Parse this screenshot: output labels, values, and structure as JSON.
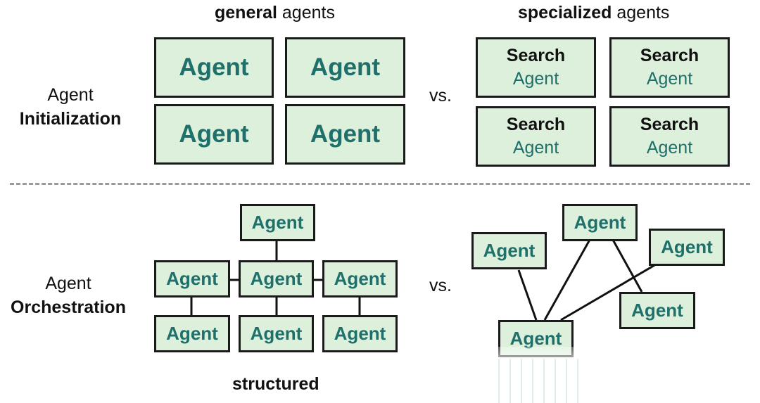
{
  "headings": {
    "general_bold": "general",
    "general_rest": "agents",
    "specialized_bold": "specialized",
    "specialized_rest": "agents"
  },
  "rows": {
    "init_line1": "Agent",
    "init_line2": "Initialization",
    "orch_line1": "Agent",
    "orch_line2": "Orchestration"
  },
  "vs_label": "vs.",
  "general_agents": [
    "Agent",
    "Agent",
    "Agent",
    "Agent"
  ],
  "specialized_agents": [
    {
      "top": "Search",
      "bottom": "Agent"
    },
    {
      "top": "Search",
      "bottom": "Agent"
    },
    {
      "top": "Search",
      "bottom": "Agent"
    },
    {
      "top": "Search",
      "bottom": "Agent"
    }
  ],
  "structured_nodes": [
    "Agent",
    "Agent",
    "Agent",
    "Agent",
    "Agent",
    "Agent",
    "Agent"
  ],
  "network_nodes": [
    "Agent",
    "Agent",
    "Agent",
    "Agent",
    "Agent"
  ],
  "footer_label": "structured",
  "colors": {
    "box_fill": "#dcf0dc",
    "accent_text": "#1f6f6b",
    "border": "#1a1a1a",
    "divider": "#9a9a9a"
  }
}
